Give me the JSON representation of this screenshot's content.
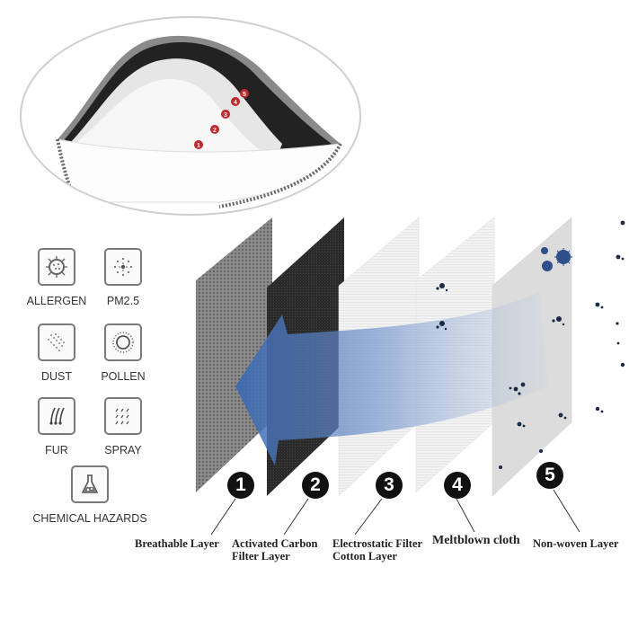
{
  "mask_illustration": {
    "markers": [
      "1",
      "2",
      "3",
      "4",
      "5"
    ],
    "marker_color": "#c0282d"
  },
  "protection_icons": [
    {
      "label": "ALLERGEN",
      "icon": "allergen-virus-icon"
    },
    {
      "label": "PM2.5",
      "icon": "pm25-particles-icon"
    },
    {
      "label": "DUST",
      "icon": "dust-dots-icon"
    },
    {
      "label": "POLLEN",
      "icon": "pollen-ring-icon"
    },
    {
      "label": "FUR",
      "icon": "fur-hair-icon"
    },
    {
      "label": "SPRAY",
      "icon": "spray-droplets-icon"
    },
    {
      "label": "CHEMICAL HAZARDS",
      "icon": "chemical-flask-icon"
    }
  ],
  "layers": [
    {
      "number": "1",
      "label_line1": "Breathable Layer",
      "label_line2": "",
      "color": "#7d7d7d"
    },
    {
      "number": "2",
      "label_line1": "Activated Carbon",
      "label_line2": "Filter Layer",
      "color": "#262626"
    },
    {
      "number": "3",
      "label_line1": "Electrostatic Filter",
      "label_line2": "Cotton Layer",
      "color": "#eeeeee"
    },
    {
      "number": "4",
      "label_line1": "Meltblown cloth",
      "label_line2": "",
      "color": "#f1f1f1"
    },
    {
      "number": "5",
      "label_line1": "Non-woven Layer",
      "label_line2": "",
      "color": "#d9d9d9"
    }
  ],
  "airflow_arrow": {
    "direction": "left",
    "color": "#3e6fb8"
  }
}
